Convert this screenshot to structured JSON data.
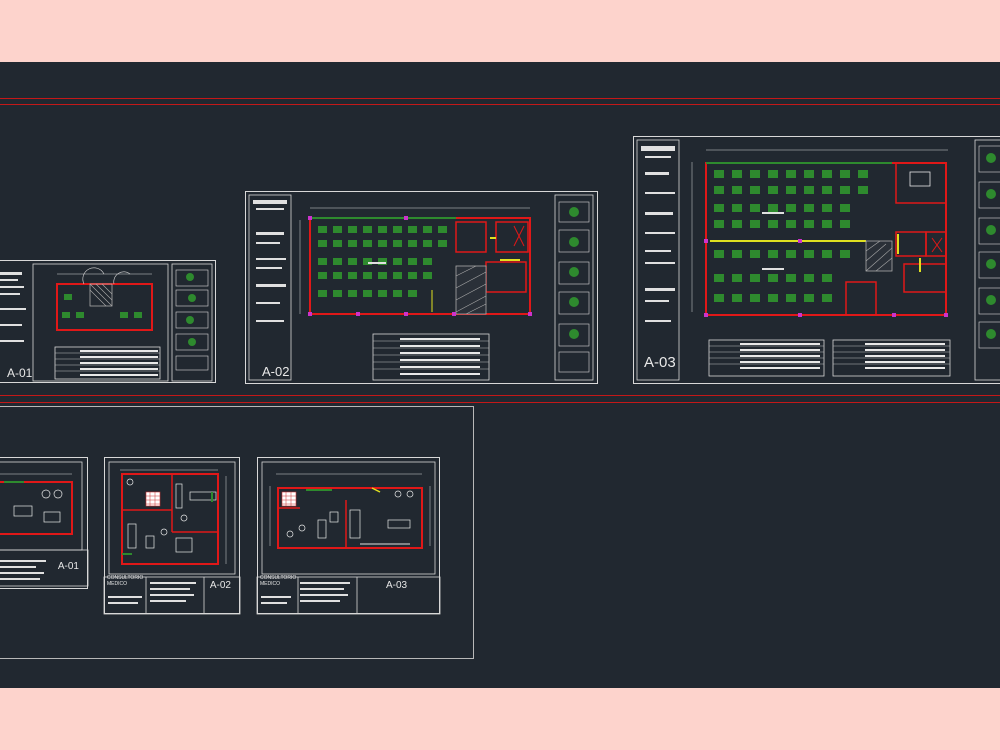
{
  "sheets_top": [
    {
      "label": "A-01"
    },
    {
      "label": "A-02"
    },
    {
      "label": "A-03"
    }
  ],
  "sheets_bottom": [
    {
      "label": "A-01",
      "project": ""
    },
    {
      "label": "A-02",
      "project": "CONSULTORIO\nMEDICO"
    },
    {
      "label": "A-03",
      "project": "CONSULTORIO\nMEDICO"
    }
  ],
  "colors": {
    "background": "#212830",
    "border": "#d8d8d8",
    "wall": "#e01818",
    "furniture": "#2e8a2e",
    "accent": "#e0e020",
    "frame": "#fdd3cc"
  }
}
